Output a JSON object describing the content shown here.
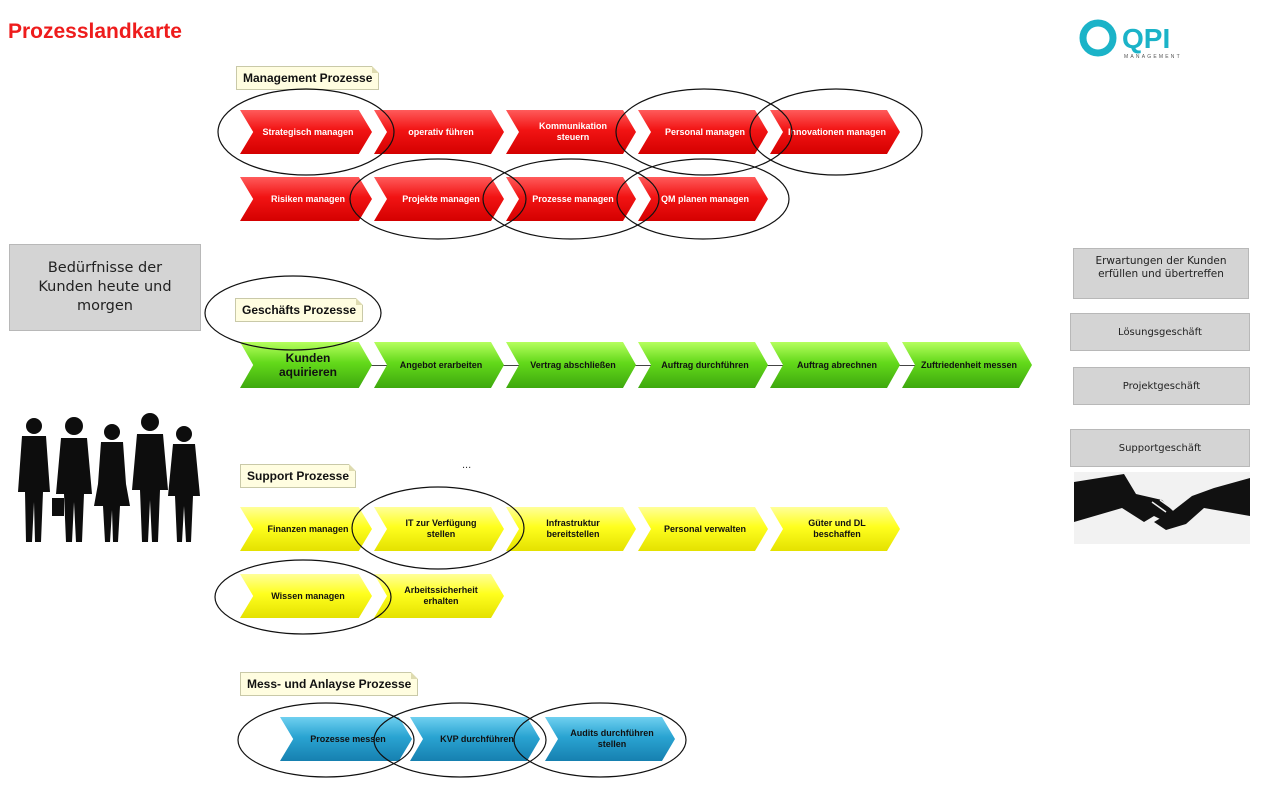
{
  "title": "Prozesslandkarte",
  "logo": {
    "text": "QPI",
    "subtext": "MANAGEMENT",
    "color": "#1bb3c8"
  },
  "colors": {
    "title": "#ee1c1c",
    "management": "#e60000",
    "geschaeft": "#58c91a",
    "support": "#ffff00",
    "mess": "#1f95c7"
  },
  "left_box": {
    "text": "Bedürfnisse der Kunden heute und morgen"
  },
  "left_image": "businesspeople-silhouette",
  "right_boxes": [
    {
      "text": "Erwartungen der Kunden erfüllen und übertreffen"
    },
    {
      "text": "Lösungsgeschäft"
    },
    {
      "text": "Projektgeschäft"
    },
    {
      "text": "Supportgeschäft"
    }
  ],
  "right_image": "handshake",
  "groups": {
    "management": {
      "label": "Management Prozesse",
      "row1": [
        "Strategisch managen",
        "operativ führen",
        "Kommunikation steuern",
        "Personal managen",
        "Innovationen managen"
      ],
      "row2": [
        "Risiken managen",
        "Projekte managen",
        "Prozesse managen",
        "QM planen managen"
      ]
    },
    "geschaeft": {
      "label": "Geschäfts Prozesse",
      "row1": [
        "Kunden aquirieren",
        "Angebot erarbeiten",
        "Vertrag abschließen",
        "Auftrag durchführen",
        "Auftrag abrechnen",
        "Zuftriedenheit messen"
      ]
    },
    "support": {
      "label": "Support Prozesse",
      "row1": [
        "Finanzen managen",
        "IT zur Verfügung stellen",
        "Infrastruktur bereitstellen",
        "Personal verwalten",
        "Güter und DL beschaffen"
      ],
      "row2": [
        "Wissen managen",
        "Arbeitssicherheit erhalten"
      ]
    },
    "mess": {
      "label": "Mess- und Anlayse Prozesse",
      "row1": [
        "Prozesse messen",
        "KVP durchführen",
        "Audits durchführen stellen"
      ]
    }
  },
  "stray_text": "..."
}
